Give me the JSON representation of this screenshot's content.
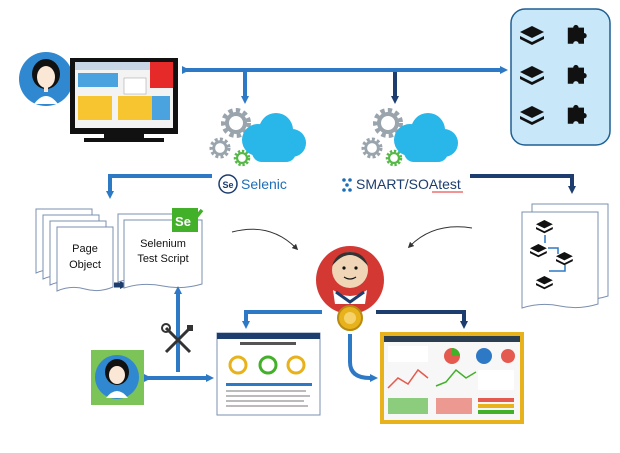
{
  "tools": {
    "selenic": {
      "logo_letter": "Se",
      "name": "Selenic"
    },
    "smart_soatest": {
      "name": "SMART/SOAtest"
    }
  },
  "docs": {
    "page_object": {
      "line1": "Page",
      "line2": "Object"
    },
    "selenium_script": {
      "line1": "Selenium",
      "line2": "Test Script",
      "badge": "Se"
    }
  },
  "colors": {
    "arrow_blue": "#2e79c6",
    "arrow_navy": "#1c3d6e",
    "cloud_cyan": "#29b6e8",
    "gear_gray": "#9aa4ad",
    "gear_green": "#56b947",
    "services_panel": "#c8e8fa",
    "selenium_green": "#43b02a",
    "avatar_bg": "#2f88d0",
    "avatar_bg_2": "#7cc457",
    "highlight_frame": "#e8b21c"
  },
  "icons": [
    "user-avatar-icon",
    "desktop-monitor-icon",
    "layers-icon",
    "puzzle-icon",
    "gear-icon",
    "cloud-icon",
    "tools-icon",
    "jenkins-butler-icon",
    "checkmark-icon"
  ]
}
